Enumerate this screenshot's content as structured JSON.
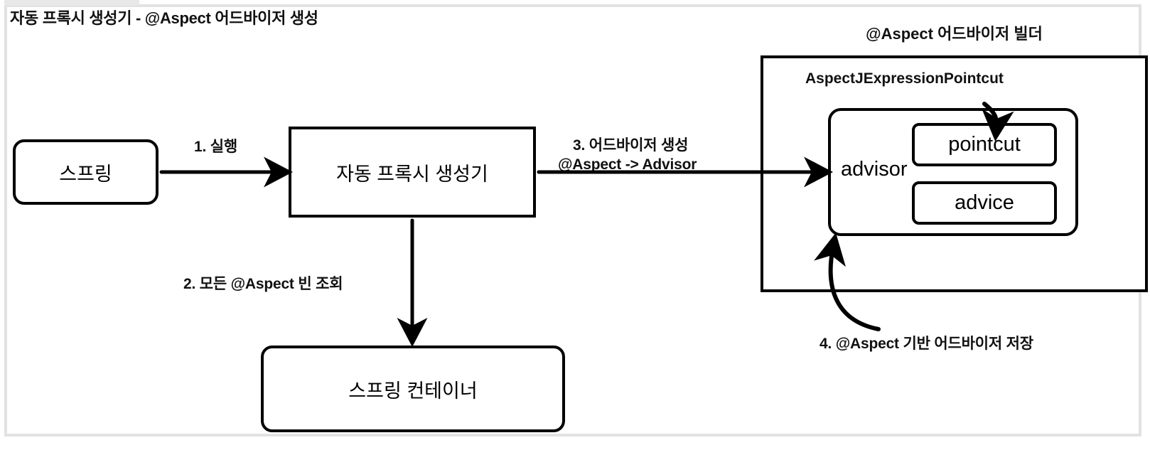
{
  "page": {
    "title": "자동 프록시 생성기 - @Aspect 어드바이저 생성"
  },
  "nodes": {
    "spring": "스프링",
    "auto_proxy_creator": "자동 프록시 생성기",
    "spring_container": "스프링 컨테이너",
    "advisor": "advisor",
    "pointcut": "pointcut",
    "advice": "advice"
  },
  "panel": {
    "title": "@Aspect 어드바이저 빌더",
    "pointcut_class": "AspectJExpressionPointcut"
  },
  "edges": {
    "step1": "1. 실행",
    "step2": "2. 모든 @Aspect 빈 조회",
    "step3_line1": "3. 어드바이저 생성",
    "step3_line2": "@Aspect -> Advisor",
    "step4": "4. @Aspect 기반 어드바이저 저장"
  },
  "colors": {
    "stroke": "#000000",
    "text": "#111111",
    "background": "#ffffff",
    "frame": "#e2e2e2"
  }
}
